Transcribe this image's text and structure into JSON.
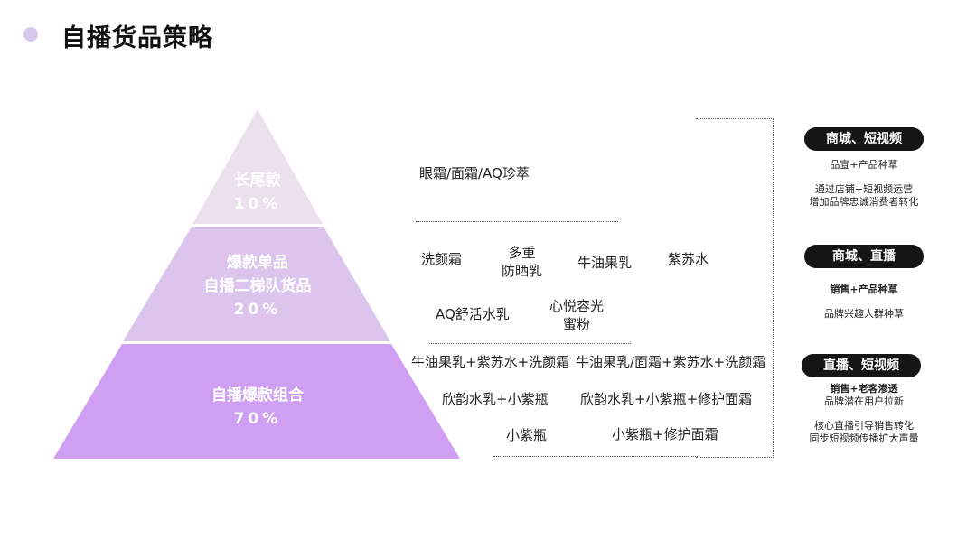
{
  "title": "自播货品策略",
  "colors": {
    "bullet": "#d9c8ee",
    "tier1": "#ecdfee",
    "tier2": "#dcc4ec",
    "tier3": "#cf9ff3"
  },
  "tiers": [
    {
      "name": "长尾款",
      "percent": "10%"
    },
    {
      "name_line1": "爆款单品",
      "name_line2": "自播二梯队货品",
      "percent": "20%"
    },
    {
      "name": "自播爆款组合",
      "percent": "70%"
    }
  ],
  "products": {
    "tier1": [
      "眼霜/面霜/AQ珍萃"
    ],
    "tier2": {
      "item1": "洗颜霜",
      "item2_line1": "多重",
      "item2_line2": "防晒乳",
      "item3": "牛油果乳",
      "item4": "紫苏水",
      "item5": "AQ舒活水乳",
      "item6_line1": "心悦容光",
      "item6_line2": "蜜粉"
    },
    "tier3": [
      "牛油果乳+紫苏水+洗颜霜",
      "牛油果乳/面霜+紫苏水+洗颜霜",
      "欣韵水乳+小紫瓶",
      "欣韵水乳+小紫瓶+修护面霜",
      "小紫瓶",
      "小紫瓶+修护面霜"
    ]
  },
  "channels": [
    {
      "pill": "商城、短视频",
      "notes": [
        "品宣+产品种草",
        "通过店铺+短视频运营",
        "增加品牌忠诚消费者转化"
      ]
    },
    {
      "pill": "商城、直播",
      "notes": [
        "销售+产品种草",
        "品牌兴趣人群种草"
      ]
    },
    {
      "pill": "直播、短视频",
      "notes": [
        "销售+老客渗透",
        "品牌潜在用户拉新",
        "核心直播引导销售转化",
        "同步短视频传播扩大声量"
      ]
    }
  ]
}
